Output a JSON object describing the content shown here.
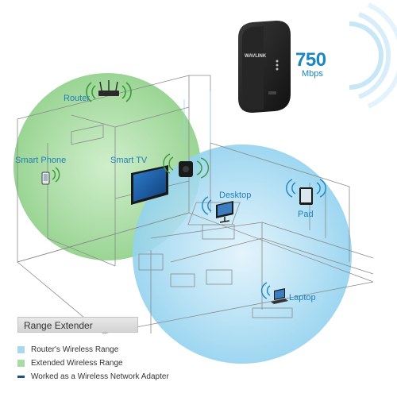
{
  "speed": {
    "value": "750",
    "unit": "Mbps"
  },
  "device_labels": {
    "router": "Router",
    "smart_phone": "Smart Phone",
    "smart_tv": "Smart TV",
    "desktop": "Desktop",
    "pad": "Pad",
    "laptop": "Laptop"
  },
  "extender_logo": "WAVLINK",
  "range_extender_label": "Range Extender",
  "legend": [
    {
      "label": "Router's Wireless Range",
      "color": "#a8d8f0",
      "kind": "swatch"
    },
    {
      "label": "Extended Wireless Range",
      "color": "#a9dca5",
      "kind": "swatch"
    },
    {
      "label": "Worked as a Wireless Network Adapter",
      "color": "#1f4f8a",
      "kind": "bar"
    }
  ],
  "colors": {
    "router_range": "#a9dca5",
    "extended_range": "#a8d8f0",
    "label_blue": "#1f7fb8",
    "wifi_green": "#3a9a3a",
    "wifi_blue": "#1a86c2"
  },
  "icons": [
    "router-icon",
    "smart-phone-icon",
    "smart-tv-icon",
    "desktop-icon",
    "pad-icon",
    "laptop-icon",
    "range-extender-device-icon",
    "wifi-waves-icon"
  ]
}
